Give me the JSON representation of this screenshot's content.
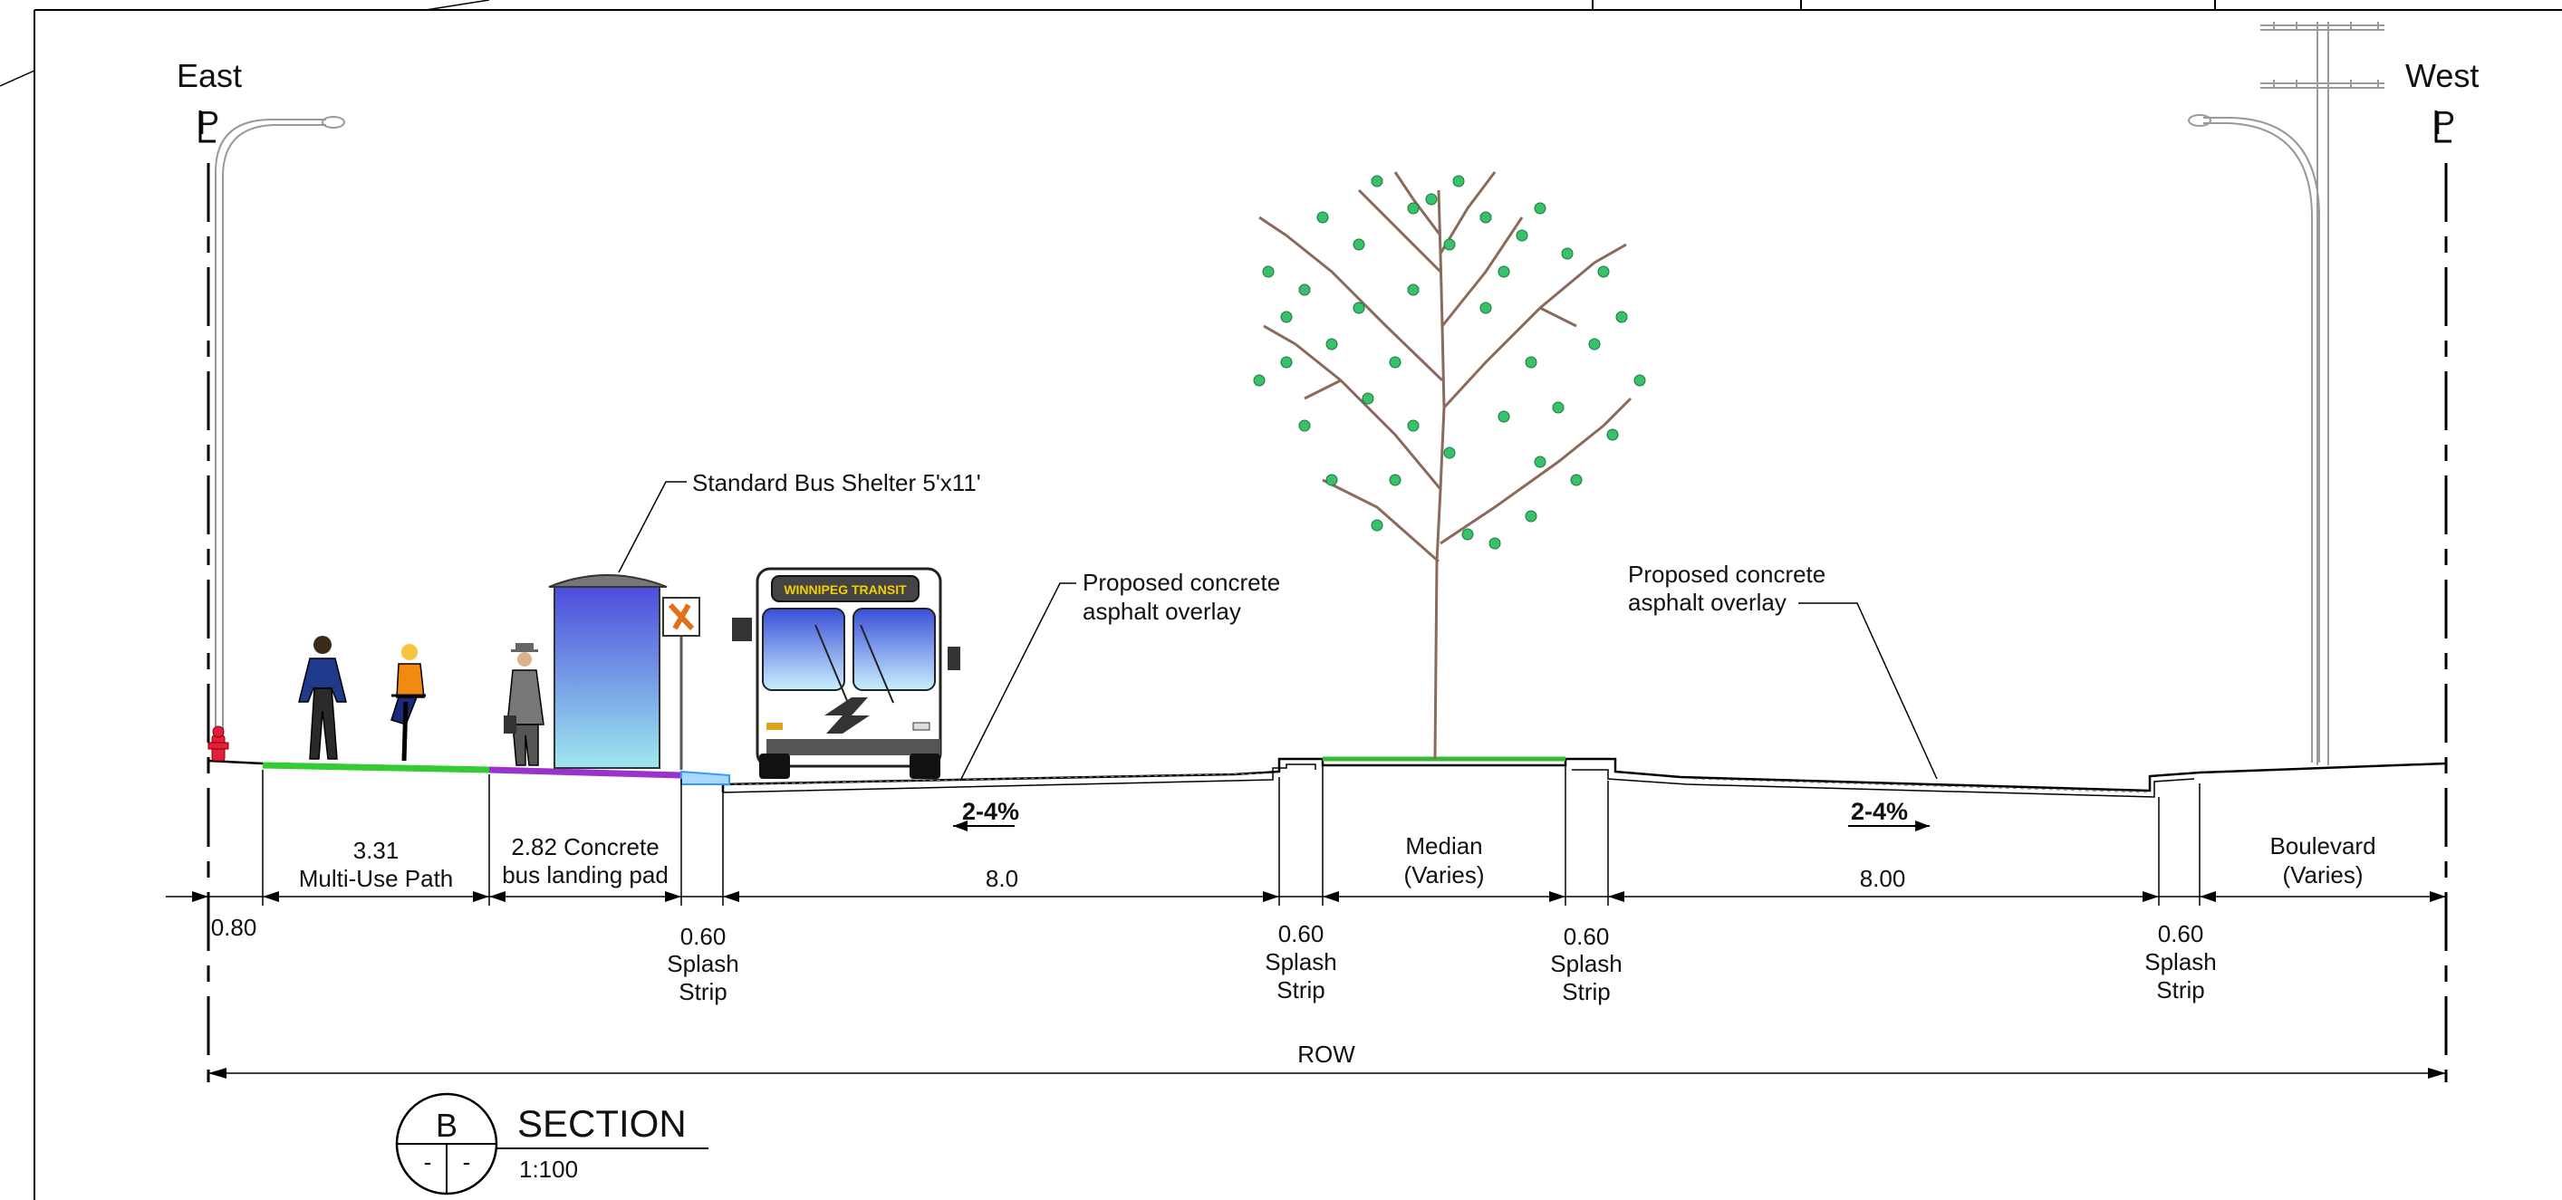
{
  "east_label": "East",
  "west_label": "West",
  "property_line_symbol": "P",
  "callouts": {
    "bus_shelter": "Standard Bus Shelter 5'x11'",
    "overlay_left_line1": "Proposed concrete",
    "overlay_left_line2": "asphalt overlay",
    "overlay_right_line1": "Proposed concrete",
    "overlay_right_line2": "asphalt overlay"
  },
  "slopes": {
    "left": "2-4%",
    "right": "2-4%"
  },
  "bus_destination_sign": "WINNIPEG TRANSIT",
  "dimensions": {
    "boulevard_east": "0.80",
    "multi_use_path_value": "3.31",
    "multi_use_path_label": "Multi-Use Path",
    "bus_pad_line1": "2.82 Concrete",
    "bus_pad_line2": "bus landing pad",
    "splash_value": "0.60",
    "splash_line1": "Splash",
    "splash_line2": "Strip",
    "lane_left": "8.0",
    "lane_right": "8.00",
    "median_line1": "Median",
    "median_line2": "(Varies)",
    "boulevard_west_line1": "Boulevard",
    "boulevard_west_line2": "(Varies)",
    "row": "ROW"
  },
  "section": {
    "letter": "B",
    "sub_left": "-",
    "sub_right": "-",
    "title": "SECTION",
    "scale": "1:100"
  },
  "colors": {
    "multi_use_path": "#33cc33",
    "bus_pad": "#9933cc",
    "splash_strip": "#3399ff",
    "median_grass": "#33bb33",
    "shelter_top": "#4b4bdc",
    "shelter_bottom": "#9ee8f0",
    "foliage": "#22aa55",
    "trunk": "#8a6a5a",
    "hydrant": "#e0203c",
    "cyclist_shirt": "#f08a10",
    "pedestrian_coat": "#1f3a8a"
  }
}
